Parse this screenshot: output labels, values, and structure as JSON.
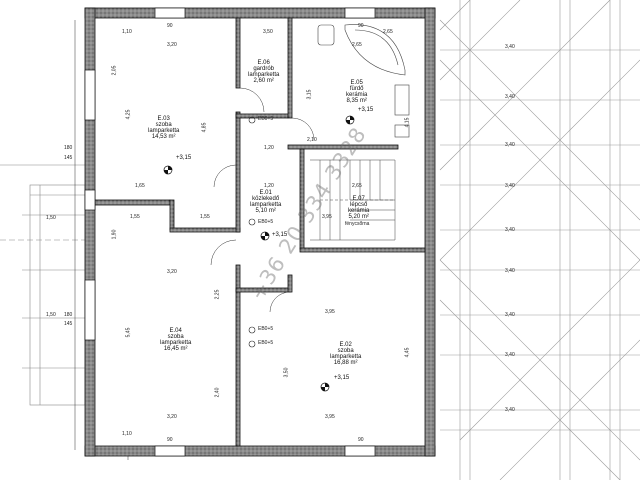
{
  "rooms": [
    {
      "id": "E.06",
      "name": "gardrób",
      "floor": "lamparketta",
      "area": "2,60 m²"
    },
    {
      "id": "E.05",
      "name": "fürdő",
      "floor": "kerámia",
      "area": "8,35 m²"
    },
    {
      "id": "E.03",
      "name": "szoba",
      "floor": "lamparketta",
      "area": "14,53 m²"
    },
    {
      "id": "E.01",
      "name": "közlekedő",
      "floor": "lamparketta",
      "area": "5,10 m²"
    },
    {
      "id": "E.07",
      "name": "lépcső",
      "floor": "kerámia",
      "area": "5,20 m²"
    },
    {
      "id": "E.04",
      "name": "szoba",
      "floor": "lamparketta",
      "area": "16,45 m²"
    },
    {
      "id": "E.02",
      "name": "szoba",
      "floor": "lamparketta",
      "area": "16,88 m²"
    }
  ],
  "levels": {
    "l1": "+3,15",
    "l2": "+3,15",
    "l3": "+3,15",
    "l4": "+3,15"
  },
  "stair_label": "fénycsőrna",
  "watermark": "+36 20 334 3328",
  "dims": {
    "top_110": "1,10",
    "top_90": "90",
    "top_350": "3,50",
    "top_90b": "90",
    "top_265": "2,65",
    "r1_320": "3,20",
    "r1_265": "2,65",
    "r_415": "4,15",
    "l_415": "4,25",
    "l_205": "2,05",
    "mid_120": "1,20",
    "mid_165": "1,65",
    "mid_120b": "1,20",
    "mid_155": "1,55",
    "mid_155b": "1,55",
    "mid_395": "3,95",
    "mid_265": "2,65",
    "mid_320": "3,20",
    "mid_395b": "3,95",
    "mid_320b": "3,20",
    "bot_110": "1,10",
    "bot_90": "90",
    "bot_395": "3,95",
    "bot_90b": "90",
    "left_180": "180",
    "left_145": "145",
    "left_150": "1,50",
    "left_150b": "1,50",
    "left_180b": "180",
    "left_145b": "145",
    "r_340a": "3,40",
    "r_340b": "3,40",
    "r_340c": "3,40",
    "r_340d": "3,40",
    "r_340e": "3,40",
    "r_340f": "3,40",
    "r_340g": "3,40",
    "r_340h": "3,40",
    "r_340i": "3,40",
    "v_545": "5,45",
    "v_485": "4,85",
    "v_445": "4,45",
    "v_350": "3,50",
    "v_240": "2,40",
    "v_210": "2,10",
    "v_225": "2,25",
    "v_190": "1,90",
    "v_315": "3,15",
    "tag_a": "EB0+5",
    "tag_b": "EB0+5",
    "tag_c": "EB0+5",
    "tag_d": "EB0+5"
  }
}
